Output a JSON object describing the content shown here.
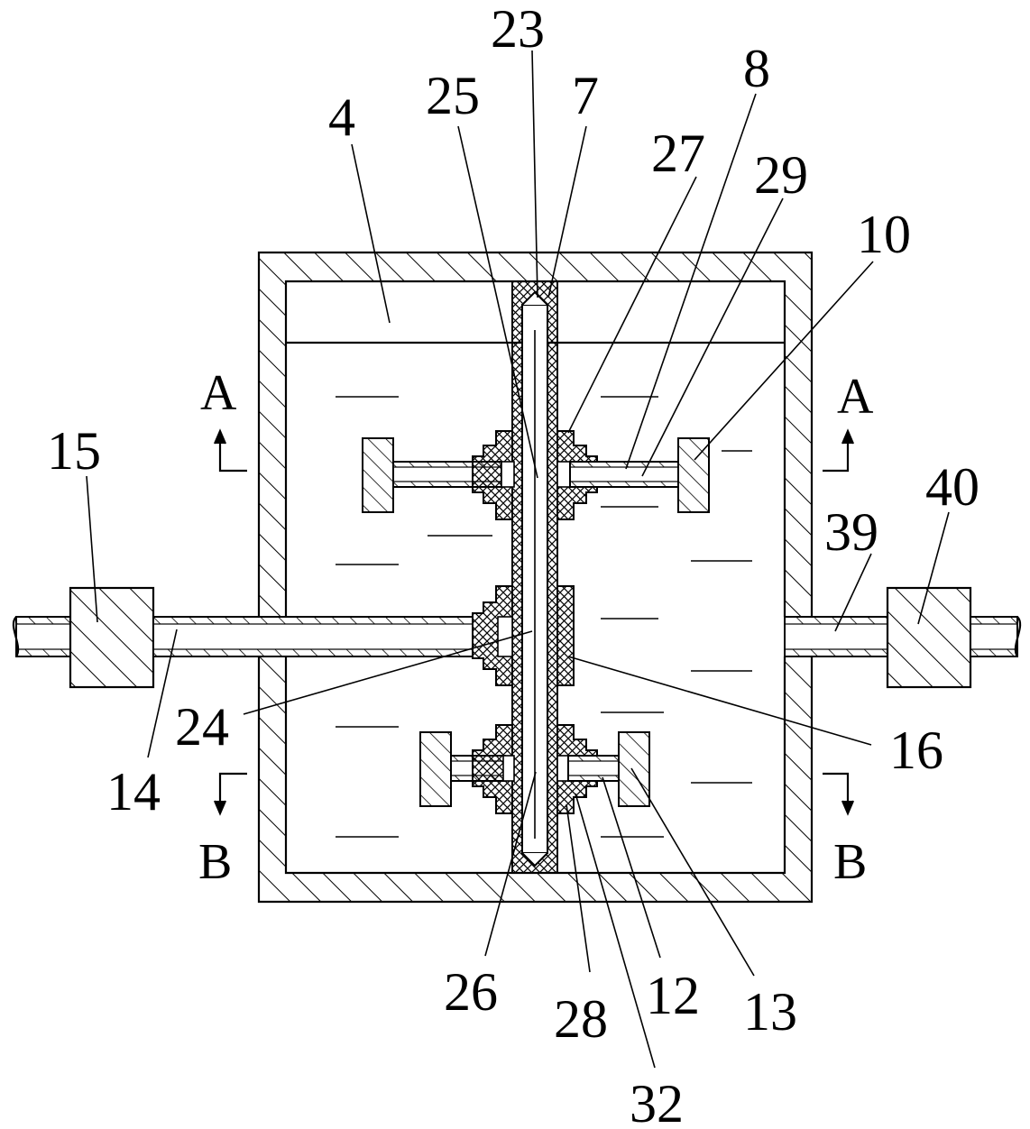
{
  "figure": {
    "part_labels": [
      {
        "id": "l23",
        "text": "23"
      },
      {
        "id": "l25",
        "text": "25"
      },
      {
        "id": "l7",
        "text": "7"
      },
      {
        "id": "l8",
        "text": "8"
      },
      {
        "id": "l4",
        "text": "4"
      },
      {
        "id": "l27",
        "text": "27"
      },
      {
        "id": "l29",
        "text": "29"
      },
      {
        "id": "l10",
        "text": "10"
      },
      {
        "id": "l15",
        "text": "15"
      },
      {
        "id": "l40",
        "text": "40"
      },
      {
        "id": "l39",
        "text": "39"
      },
      {
        "id": "l24",
        "text": "24"
      },
      {
        "id": "l14",
        "text": "14"
      },
      {
        "id": "l16",
        "text": "16"
      },
      {
        "id": "l26",
        "text": "26"
      },
      {
        "id": "l28",
        "text": "28"
      },
      {
        "id": "l12",
        "text": "12"
      },
      {
        "id": "l13",
        "text": "13"
      },
      {
        "id": "l32",
        "text": "32"
      }
    ],
    "section_marks": {
      "a_left": "A",
      "a_right": "A",
      "b_left": "B",
      "b_right": "B"
    },
    "colors": {
      "stroke": "#000000",
      "background": "#ffffff"
    }
  }
}
